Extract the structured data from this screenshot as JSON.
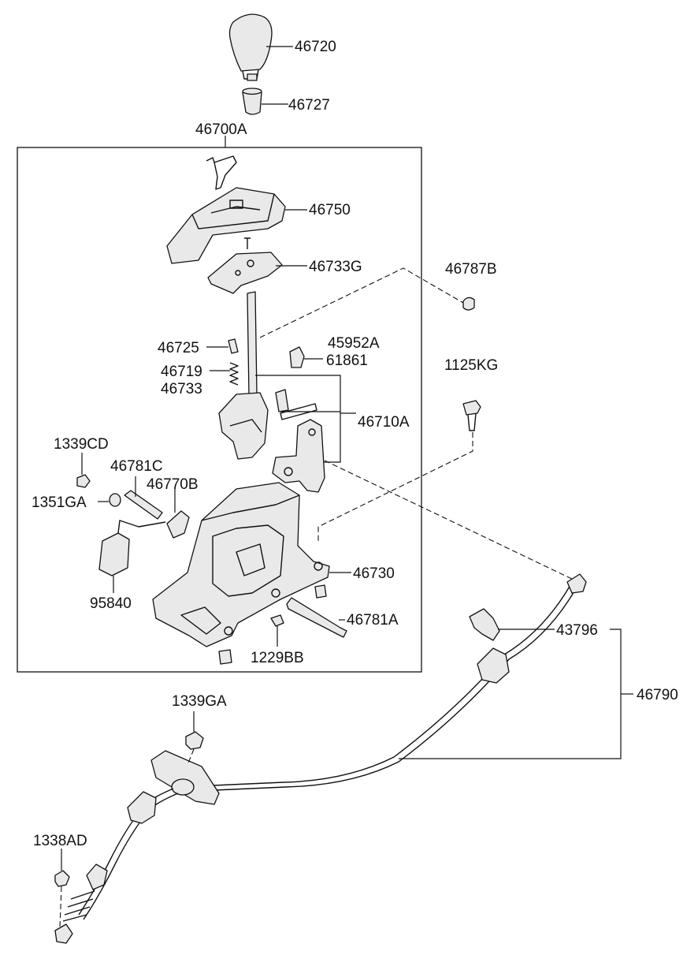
{
  "labels": {
    "p46720": "46720",
    "p46727": "46727",
    "p46700A": "46700A",
    "p46750": "46750",
    "p46733G": "46733G",
    "p46787B": "46787B",
    "p46725": "46725",
    "p45952A": "45952A",
    "p61861": "61861",
    "p46719": "46719",
    "p46733": "46733",
    "p1125KG": "1125KG",
    "p46710A": "46710A",
    "p1339CD": "1339CD",
    "p46781C": "46781C",
    "p46770B": "46770B",
    "p1351GA": "1351GA",
    "p46730": "46730",
    "p95840": "95840",
    "p46781A": "46781A",
    "p1229BB": "1229BB",
    "p43796": "43796",
    "p46790": "46790",
    "p1339GA": "1339GA",
    "p1338AD": "1338AD"
  }
}
